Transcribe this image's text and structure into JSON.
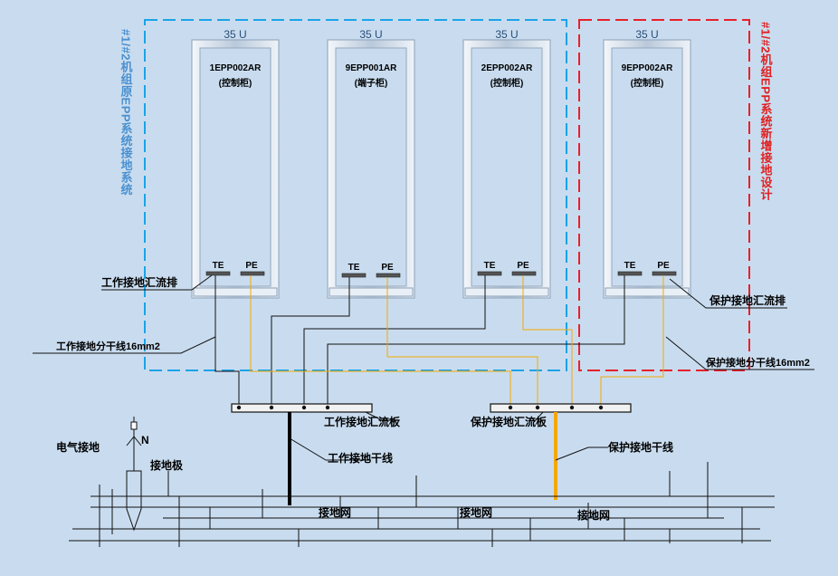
{
  "colors": {
    "background": "#c9dcef",
    "blue_dash": "#1aa3e8",
    "red_dash": "#e8202a",
    "work_wire": "#000000",
    "protect_wire": "#f5a800"
  },
  "cabinets": [
    {
      "height": "35 U",
      "name": "1EPP002AR",
      "type": "(控制柜)",
      "te": "TE",
      "pe": "PE"
    },
    {
      "height": "35 U",
      "name": "9EPP001AR",
      "type": "(端子柜)",
      "te": "TE",
      "pe": "PE"
    },
    {
      "height": "35 U",
      "name": "2EPP002AR",
      "type": "(控制柜)",
      "te": "TE",
      "pe": "PE"
    },
    {
      "height": "35 U",
      "name": "9EPP002AR",
      "type": "(控制柜)",
      "te": "TE",
      "pe": "PE"
    }
  ],
  "side_labels": {
    "left": "#1/#2机组原EPP系统接地系统",
    "right": "#1/#2机组EPP系统新增接地设计"
  },
  "labels": {
    "work_busbar": "工作接地汇流排",
    "work_branch": "工作接地分干线16mm2",
    "protect_busbar": "保护接地汇流排",
    "protect_branch": "保护接地分干线16mm2",
    "work_plate": "工作接地汇流板",
    "protect_plate": "保护接地汇流板",
    "work_trunk": "工作接地干线",
    "protect_trunk": "保护接地干线",
    "electrical_ground": "电气接地",
    "neutral": "N",
    "ground_electrode": "接地极",
    "ground_net_1": "接地网",
    "ground_net_2": "接地网",
    "ground_net_3": "接地网"
  }
}
